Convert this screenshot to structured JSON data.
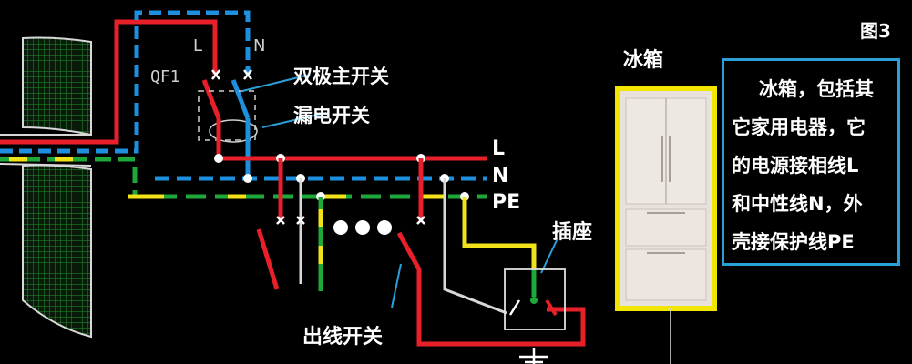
{
  "figure_label": "图3",
  "fridge_title": "冰箱",
  "callouts": {
    "main_switch": "双极主开关",
    "leakage_switch": "漏电开关",
    "outlet": "插座",
    "outgoing_switch": "出线开关"
  },
  "breaker": {
    "name": "QF1",
    "pole_l": "L",
    "pole_n": "N"
  },
  "bus_labels": {
    "live": "L",
    "neutral": "N",
    "earth": "PE"
  },
  "note": {
    "lines": [
      "冰箱，包括其",
      "它家用电器，它",
      "的电源接相线L",
      "和中性线N，外",
      "壳接保护线PE"
    ]
  },
  "colors": {
    "live": "#e8202a",
    "neutral": "#1e90e0",
    "earth_green": "#1fa83a",
    "earth_yellow": "#f2e21a",
    "note_border": "#2aa0d8",
    "fridge_outline": "#f2e600"
  },
  "icons": [
    "meter-panel-icon",
    "ellipsis-dots-icon",
    "fridge-icon",
    "ground-symbol-icon"
  ]
}
